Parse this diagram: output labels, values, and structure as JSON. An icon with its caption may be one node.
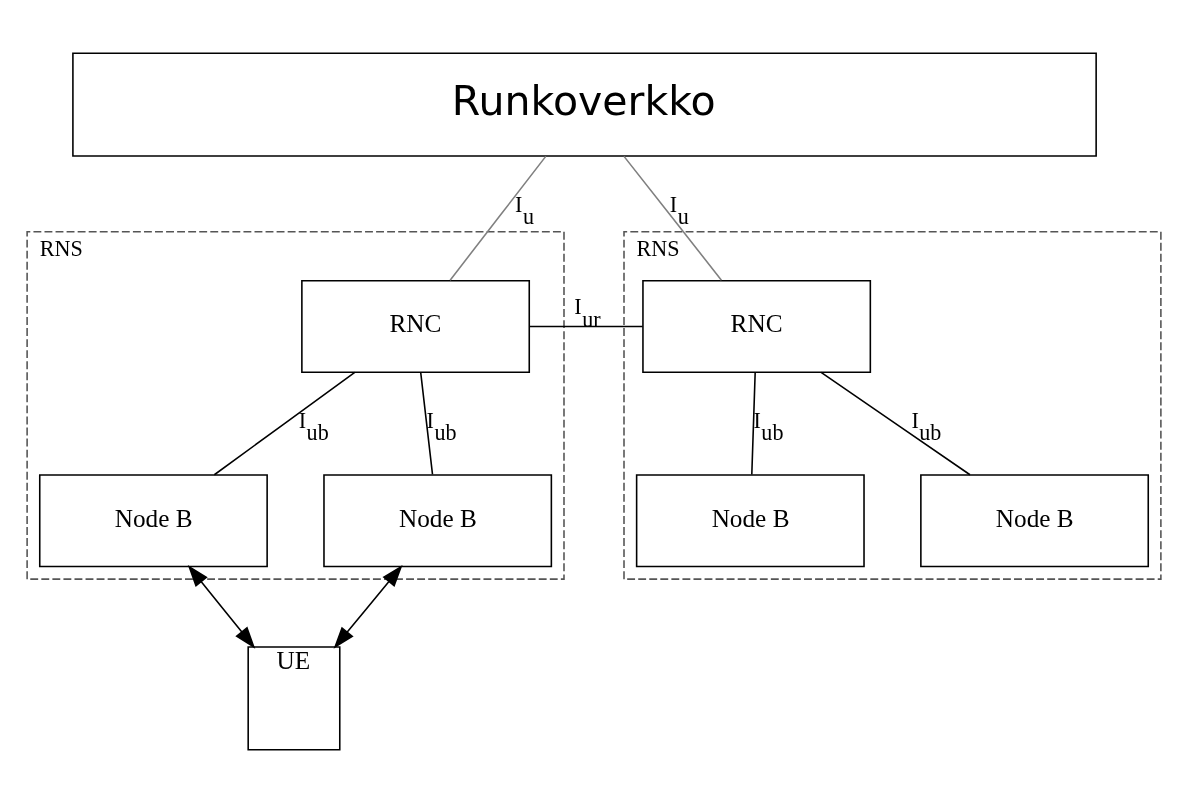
{
  "diagram": {
    "nodes": [
      {
        "text": [
          "Runkoverkko"
        ]
      },
      {
        "text": [
          "RNS"
        ]
      },
      {
        "text": [
          "RNC"
        ],
        "in": 1
      },
      {
        "text": [
          "Node B"
        ],
        "in": 1
      },
      {
        "text": [
          "Node B"
        ],
        "in": 1
      },
      {
        "text": [
          "RNS"
        ]
      },
      {
        "text": [
          "RNC"
        ],
        "in": 5
      },
      {
        "text": [
          "Node B"
        ],
        "in": 5
      },
      {
        "text": [
          "Node B"
        ],
        "in": 5
      },
      {
        "text": [
          "UE"
        ]
      }
    ],
    "edges": [
      {
        "from": 0,
        "to": 2,
        "arrow": "none",
        "label": "I$_{u}$",
        "color": "#808080"
      },
      {
        "from": 0,
        "to": 6,
        "arrow": "none",
        "label": "I$_{u}$",
        "color": "#808080"
      },
      {
        "from": 2,
        "to": 6,
        "arrow": "none",
        "label": "I$_{ur}$"
      },
      {
        "from": 2,
        "to": 3,
        "arrow": "none",
        "label": "I$_{ub}$"
      },
      {
        "from": 2,
        "to": 4,
        "arrow": "none",
        "label": "I$_{ub}$"
      },
      {
        "from": 6,
        "to": 7,
        "arrow": "none",
        "label": "I$_{ub}$"
      },
      {
        "from": 6,
        "to": 8,
        "arrow": "none",
        "label": "I$_{ub}$"
      },
      {
        "from": 3,
        "to": 9,
        "arrow": "both"
      },
      {
        "from": 4,
        "to": 9,
        "arrow": "both"
      }
    ]
  }
}
